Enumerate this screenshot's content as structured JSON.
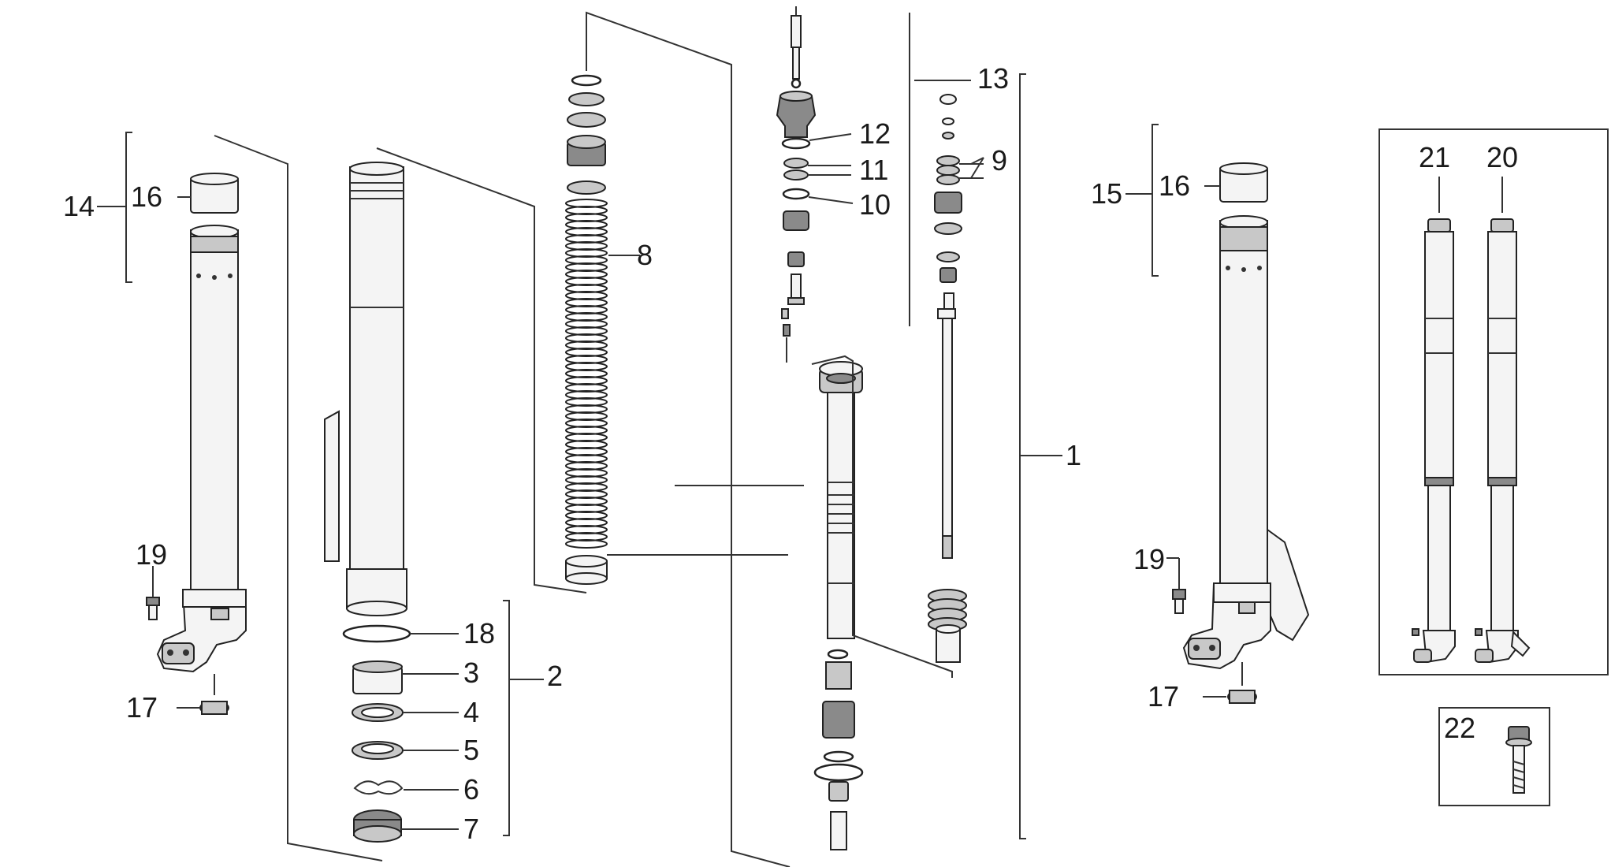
{
  "callouts": {
    "c1": "1",
    "c2": "2",
    "c3": "3",
    "c4": "4",
    "c5": "5",
    "c6": "6",
    "c7": "7",
    "c8": "8",
    "c9": "9",
    "c10": "10",
    "c11": "11",
    "c12": "12",
    "c13": "13",
    "c14": "14",
    "c15": "15",
    "c16a": "16",
    "c16b": "16",
    "c17a": "17",
    "c17b": "17",
    "c18": "18",
    "c19a": "19",
    "c19b": "19",
    "c20": "20",
    "c21": "21",
    "c22": "22"
  }
}
